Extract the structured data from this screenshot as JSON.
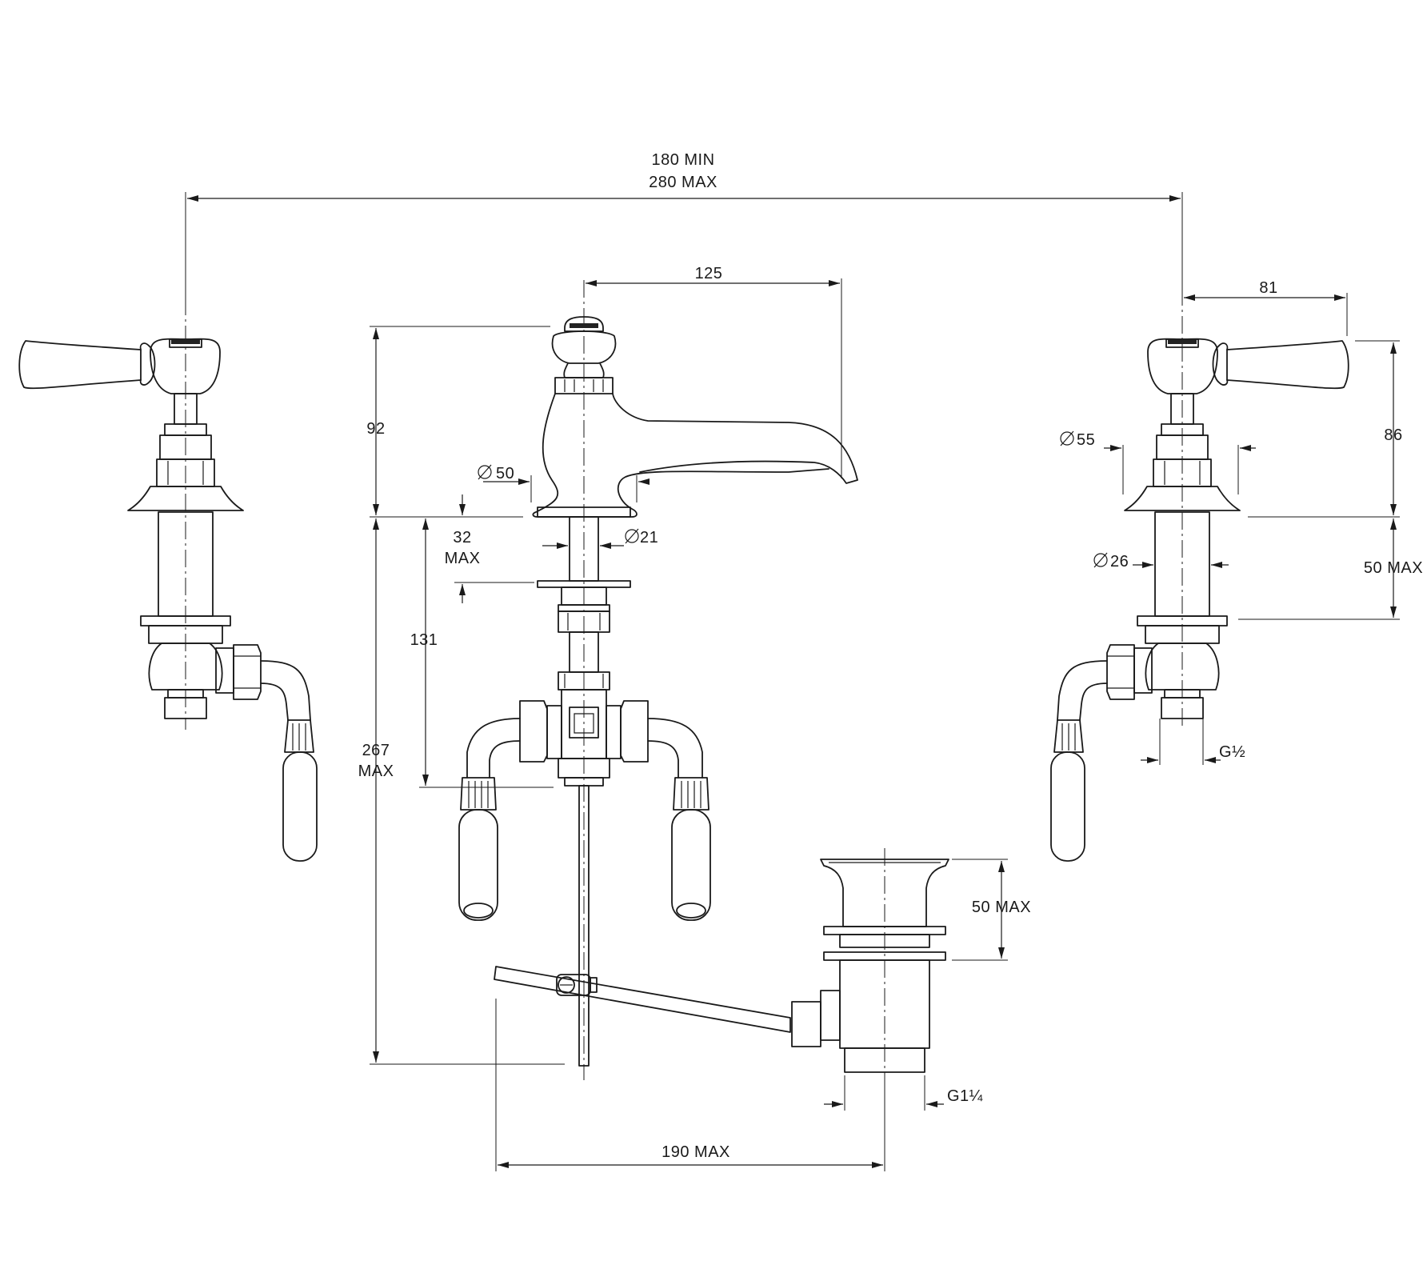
{
  "dimensions": {
    "overall_spread_min": "180 MIN",
    "overall_spread_max": "280 MAX",
    "spout_reach": "125",
    "handle_length": "81",
    "spout_height": "92",
    "handle_height": "86",
    "spout_base_dia": "50",
    "spout_shank_dia": "21",
    "handle_base_dia": "55",
    "handle_shank_dia": "26",
    "deck_thickness_value": "32",
    "deck_thickness_max": "MAX",
    "handle_shank_length": "50 MAX",
    "spout_body_length": "131",
    "total_height_value": "267",
    "total_height_max": "MAX",
    "handle_thread": "G½",
    "waste_height": "50 MAX",
    "waste_thread": "G1¼",
    "waste_offset": "190 MAX"
  },
  "symbols": {
    "diameter": "∅"
  },
  "icons": [
    "diameter-icon"
  ],
  "colors": {
    "line": "#1a1a1a",
    "background": "#ffffff"
  }
}
